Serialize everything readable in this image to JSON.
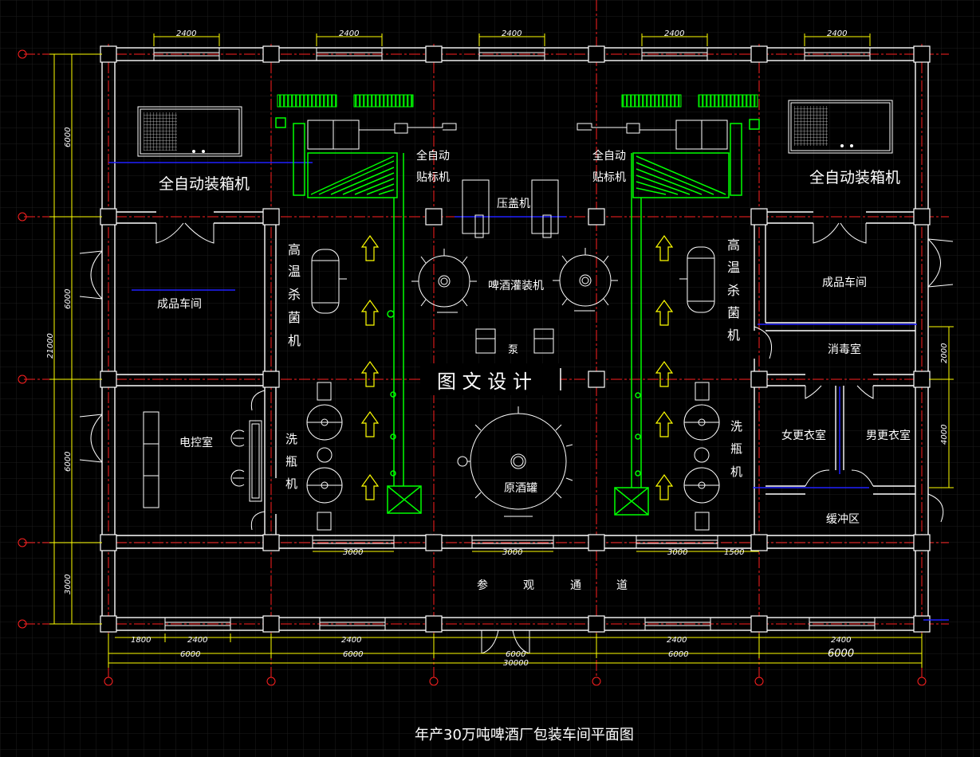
{
  "drawing": {
    "title": "年产30万吨啤酒厂包装车间平面图",
    "watermark": "图 文 设 计"
  },
  "rooms": {
    "packer_left": "全自动装箱机",
    "packer_right": "全自动装箱机",
    "labeler_left": [
      "全自动",
      "贴标机"
    ],
    "labeler_right": [
      "全自动",
      "贴标机"
    ],
    "capper": "压盖机",
    "filler": "啤酒灌装机",
    "pump": "泵",
    "pasteurizer_left": [
      "高",
      "温",
      "杀",
      "菌",
      "机"
    ],
    "pasteurizer_right": [
      "高",
      "温",
      "杀",
      "菌",
      "机"
    ],
    "product_left": "成品车间",
    "product_right": "成品车间",
    "control_room": "电控室",
    "washer_left": [
      "洗",
      "瓶",
      "机"
    ],
    "washer_right": [
      "洗",
      "瓶",
      "机"
    ],
    "tank": "原酒罐",
    "disinfect": "消毒室",
    "female_locker": "女更衣室",
    "male_locker": "男更衣室",
    "buffer": "缓冲区",
    "corridor": [
      "参",
      "观",
      "通",
      "道"
    ]
  },
  "dimensions": {
    "top": [
      "2400",
      "2400",
      "2400",
      "2400",
      "2400"
    ],
    "left_overall": "21000",
    "left_rows": [
      "6000",
      "6000",
      "6000",
      "3000"
    ],
    "right_rows": [
      "2000",
      "4000"
    ],
    "mid_row": [
      "3000",
      "3000",
      "3000",
      "1500"
    ],
    "bottom_windows": [
      "1800",
      "2400",
      "2400",
      "2400",
      "2400"
    ],
    "bottom_bays": [
      "6000",
      "6000",
      "6000",
      "6000",
      "6000"
    ],
    "bottom_overall": "30000"
  },
  "colors": {
    "background": "#000000",
    "grid": "#1c1c1c",
    "walls": "#ffffff",
    "axis": "#ff2020",
    "dimension": "#ffff00",
    "conveyor": "#00ff00",
    "pipe": "#2020ff"
  }
}
